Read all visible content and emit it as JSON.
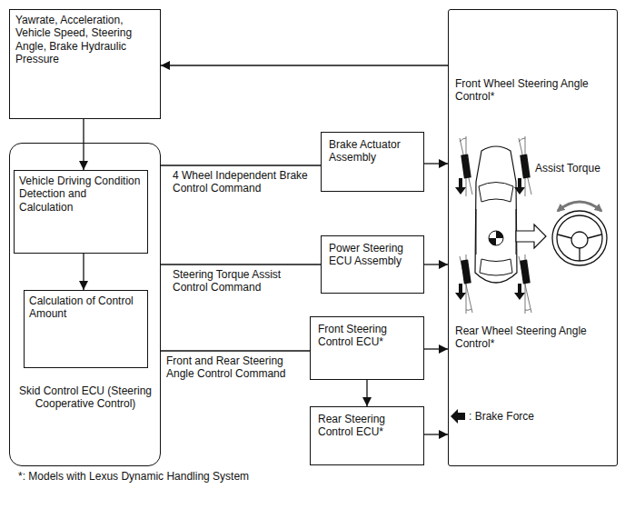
{
  "diagram": {
    "nodes": [
      {
        "text": [
          "Yawrate, Acceleration, Vehicle Speed, Steering Angle, Brake Hydraulic Pressure"
        ]
      },
      {
        "text": [
          "Skid Control ECU (Steering Cooperative Control)"
        ]
      },
      {
        "text": [
          "Vehicle Driving Condition Detection and Calculation"
        ],
        "in": 1
      },
      {
        "text": [
          "Calculation of Control Amount"
        ],
        "in": 1
      },
      {
        "text": [
          "Brake Actuator Assembly"
        ]
      },
      {
        "text": [
          "Power Steering ECU Assembly"
        ]
      },
      {
        "text": [
          "Front Steering Control ECU*"
        ]
      },
      {
        "text": [
          "Rear Steering Control ECU*"
        ]
      },
      {
        "text": [
          "Front Wheel Steering Angle Control*",
          "Assist Torque",
          "Rear Wheel Steering Angle Control*"
        ]
      }
    ],
    "edges": [
      {
        "from": 8,
        "to": 0,
        "arrow": "to"
      },
      {
        "from": 0,
        "to": 2,
        "arrow": "to"
      },
      {
        "from": 2,
        "to": 3,
        "arrow": "to"
      },
      {
        "from": 1,
        "to": 4,
        "label": "4 Wheel Independent Brake Control Command",
        "arrow": "none"
      },
      {
        "from": 4,
        "to": 8,
        "arrow": "to"
      },
      {
        "from": 1,
        "to": 5,
        "label": "Steering Torque Assist Control Command",
        "arrow": "none"
      },
      {
        "from": 5,
        "to": 8,
        "arrow": "to"
      },
      {
        "from": 1,
        "to": 6,
        "label": "Front and Rear Steering Angle Control Command",
        "arrow": "none"
      },
      {
        "from": 6,
        "to": 8,
        "arrow": "to"
      },
      {
        "from": 6,
        "to": 7,
        "arrow": "to"
      },
      {
        "from": 7,
        "to": 8,
        "arrow": "to"
      }
    ],
    "labels": [
      "*: Models with Lexus Dynamic Handling System"
    ],
    "legend": [
      {
        "text": ": Brake Force"
      }
    ]
  }
}
